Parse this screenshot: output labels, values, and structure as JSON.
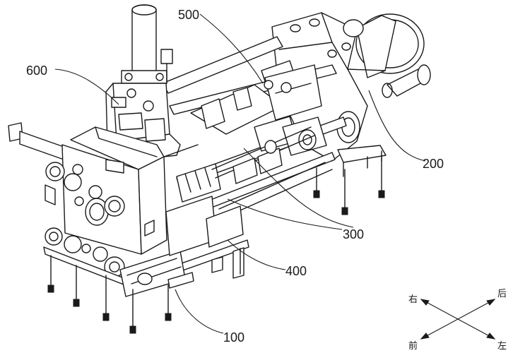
{
  "labels": {
    "l100": "100",
    "l200": "200",
    "l300": "300",
    "l400": "400",
    "l500": "500",
    "l600": "600"
  },
  "directions": {
    "right": "右",
    "rear": "后",
    "front": "前",
    "left": "左"
  },
  "colors": {
    "line": "#1a1a1a",
    "background": "#ffffff"
  }
}
